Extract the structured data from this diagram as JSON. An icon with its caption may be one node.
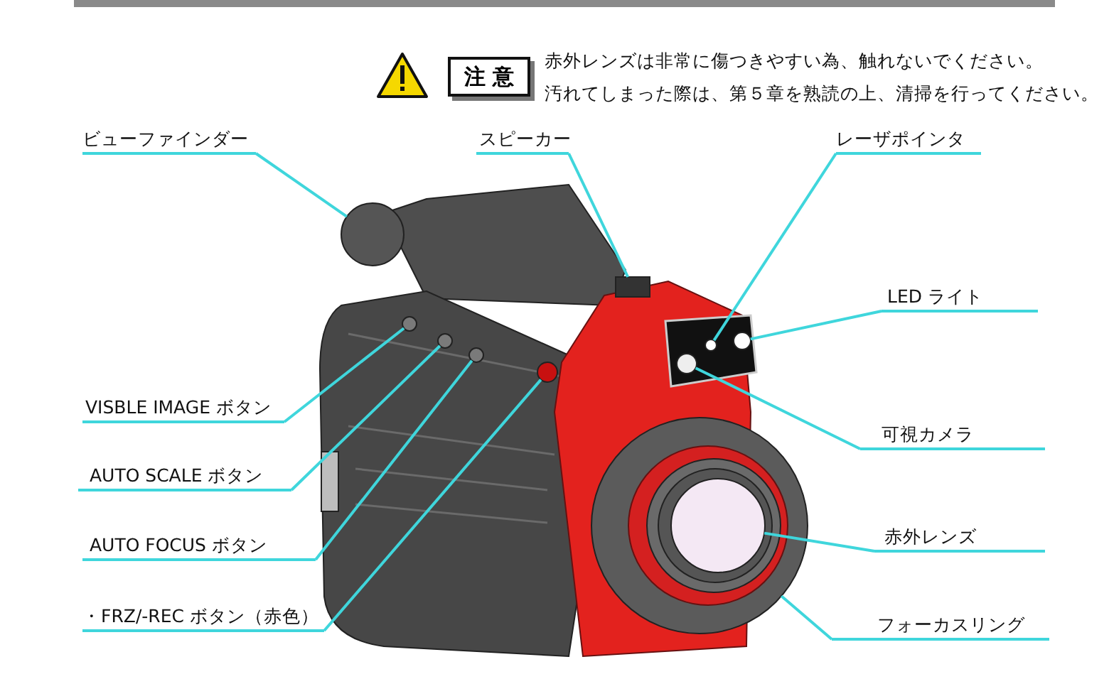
{
  "diagram": {
    "nodes": [
      {
        "text": [
          "注 意"
        ]
      },
      {
        "text": [
          "ビューファインダー"
        ]
      },
      {
        "text": [
          "スピーカー"
        ]
      },
      {
        "text": [
          "レーザポインタ"
        ]
      },
      {
        "text": [
          "LED ライト"
        ]
      },
      {
        "text": [
          "VISBLE IMAGE ボタン"
        ]
      },
      {
        "text": [
          "可視カメラ"
        ]
      },
      {
        "text": [
          "AUTO SCALE ボタン"
        ]
      },
      {
        "text": [
          "赤外レンズ"
        ]
      },
      {
        "text": [
          "AUTO FOCUS ボタン"
        ]
      },
      {
        "text": [
          "フォーカスリング"
        ]
      },
      {
        "text": [
          "・FRZ/-REC ボタン（赤色）"
        ]
      },
      {
        "text": [],
        "shape": "circle"
      },
      {
        "text": [],
        "shape": "box"
      },
      {
        "text": [],
        "shape": "circle"
      },
      {
        "text": [],
        "shape": "circle"
      },
      {
        "text": [],
        "shape": "circle"
      },
      {
        "text": [],
        "shape": "circle"
      },
      {
        "text": [],
        "shape": "circle"
      },
      {
        "text": [],
        "shape": "circle",
        "in": 21
      },
      {
        "text": [],
        "shape": "circle"
      },
      {
        "text": [],
        "shape": "circle"
      },
      {
        "text": [],
        "shape": "circle"
      }
    ],
    "edges": [
      {
        "from": 1,
        "to": 12,
        "arrow": "none"
      },
      {
        "from": 2,
        "to": 13,
        "arrow": "none"
      },
      {
        "from": 3,
        "to": 14,
        "arrow": "none"
      },
      {
        "from": 4,
        "to": 15,
        "arrow": "none"
      },
      {
        "from": 5,
        "to": 16,
        "arrow": "none"
      },
      {
        "from": 6,
        "to": 17,
        "arrow": "none"
      },
      {
        "from": 7,
        "to": 18,
        "arrow": "none"
      },
      {
        "from": 8,
        "to": 19,
        "arrow": "none"
      },
      {
        "from": 9,
        "to": 20,
        "arrow": "none"
      },
      {
        "from": 10,
        "to": 21,
        "arrow": "none"
      },
      {
        "from": 11,
        "to": 22,
        "arrow": "none"
      }
    ],
    "labels": [
      "赤外レンズは非常に傷つきやすい為、触れないでください。",
      "汚れてしまった際は、第５章を熟読の上、清掃を行ってください。"
    ]
  }
}
